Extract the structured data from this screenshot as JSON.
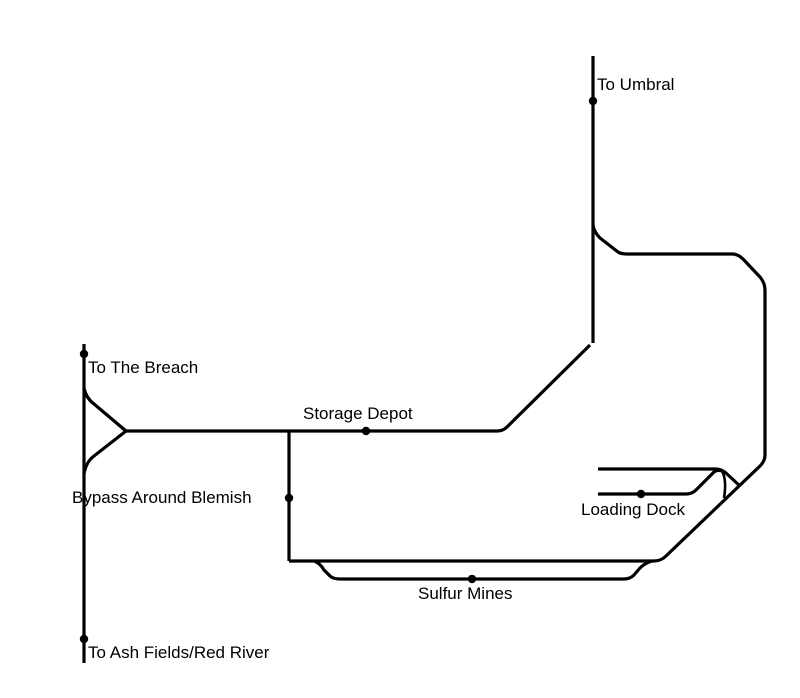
{
  "diagram": {
    "type": "rail-track-map",
    "stations": [
      {
        "id": "umbral",
        "label": "To Umbral"
      },
      {
        "id": "breach",
        "label": "To The Breach"
      },
      {
        "id": "storage",
        "label": "Storage Depot"
      },
      {
        "id": "bypass",
        "label": "Bypass Around Blemish"
      },
      {
        "id": "loading",
        "label": "Loading Dock"
      },
      {
        "id": "sulfur",
        "label": "Sulfur Mines"
      },
      {
        "id": "ash",
        "label": "To Ash Fields/Red River"
      }
    ],
    "colors": {
      "track": "#000000",
      "background": "#ffffff",
      "label": "#000000"
    }
  }
}
